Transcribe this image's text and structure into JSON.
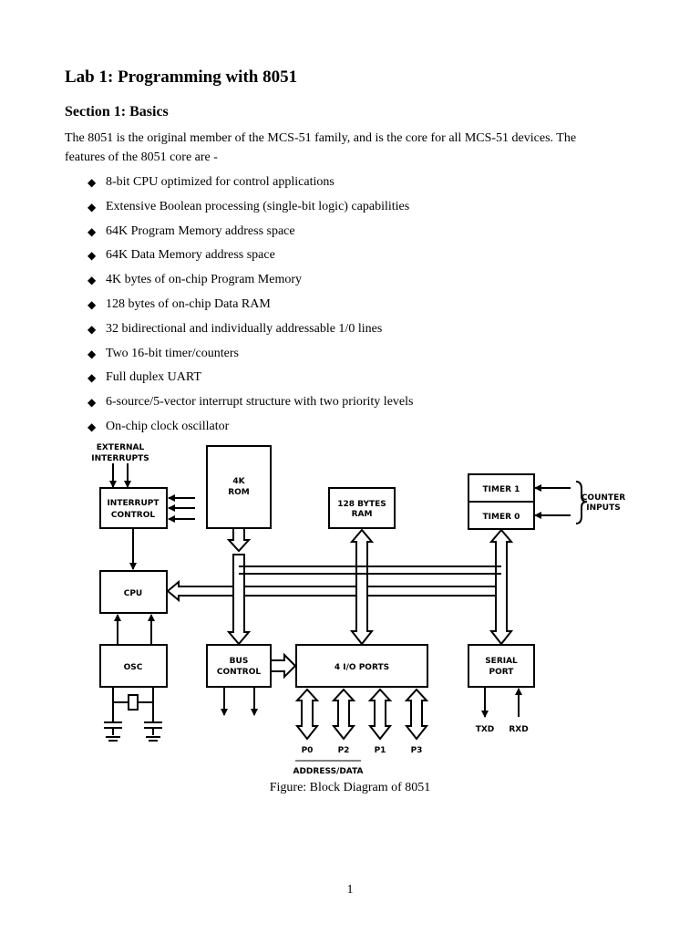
{
  "document": {
    "title": "Lab 1: Programming with 8051",
    "section_title": "Section 1: Basics",
    "intro_line1": "The 8051 is the original member of the MCS-51 family, and is the core for all MCS-51 devices. The",
    "intro_line2": "features of the 8051 core are -",
    "bullet_glyph": "diamond-bullet-icon",
    "features": [
      "8-bit CPU optimized for control applications",
      "Extensive Boolean processing (single-bit logic) capabilities",
      "64K Program Memory address space",
      "64K Data Memory address space",
      "4K bytes of on-chip Program Memory",
      "128 bytes of on-chip Data RAM",
      "32 bidirectional and individually addressable 1/0 lines",
      "Two 16-bit timer/counters",
      "Full duplex UART",
      "6-source/5-vector interrupt structure with two priority levels",
      "On-chip clock oscillator"
    ],
    "figure_caption": "Figure: Block Diagram of 8051",
    "page_number": "1"
  },
  "diagram": {
    "external_interrupts_1": "EXTERNAL",
    "external_interrupts_2": "INTERRUPTS",
    "interrupt_control_1": "INTERRUPT",
    "interrupt_control_2": "CONTROL",
    "rom_1": "4K",
    "rom_2": "ROM",
    "ram_1": "128 BYTES",
    "ram_2": "RAM",
    "timer1": "TIMER 1",
    "timer0": "TIMER 0",
    "counter_inputs_1": "COUNTER",
    "counter_inputs_2": "INPUTS",
    "cpu": "CPU",
    "osc": "OSC",
    "bus_control_1": "BUS",
    "bus_control_2": "CONTROL",
    "io_ports": "4 I/O PORTS",
    "serial_port_1": "SERIAL",
    "serial_port_2": "PORT",
    "txd": "TXD",
    "rxd": "RXD",
    "p0": "P0",
    "p2": "P2",
    "p1": "P1",
    "p3": "P3",
    "address_data": "ADDRESS/DATA"
  }
}
